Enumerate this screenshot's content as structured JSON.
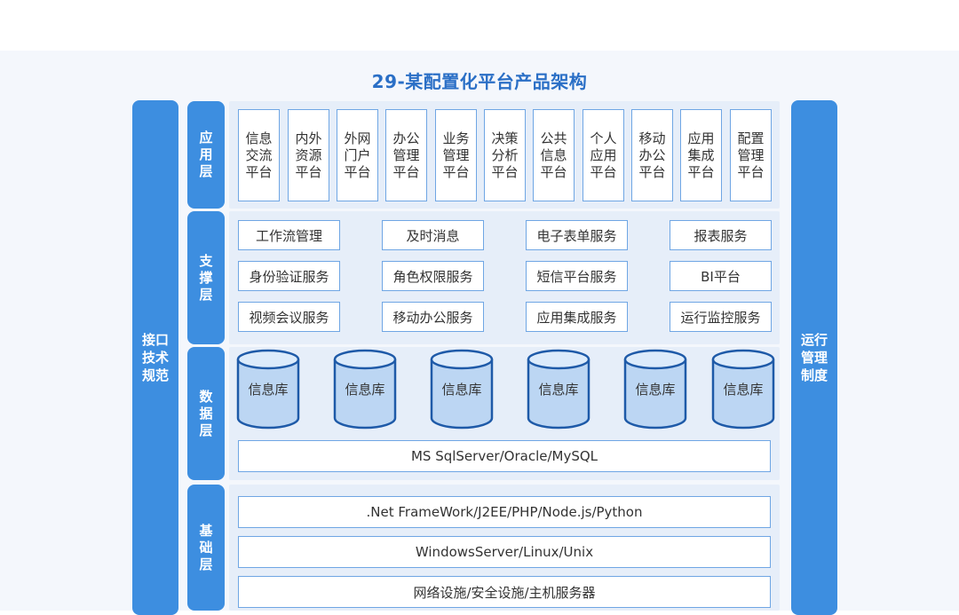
{
  "title": "29-某配置化平台产品架构",
  "left_bar": "接口技术规范",
  "right_bar": "运行管理制度",
  "layers": {
    "app": "应用层",
    "support": "支撑层",
    "data": "数据层",
    "base": "基础层"
  },
  "app_items": [
    "信息交流平台",
    "内外资源平台",
    "外网门户平台",
    "办公管理平台",
    "业务管理平台",
    "决策分析平台",
    "公共信息平台",
    "个人应用平台",
    "移动办公平台",
    "应用集成平台",
    "配置管理平台"
  ],
  "support_items": [
    [
      "工作流管理",
      "及时消息",
      "电子表单服务",
      "报表服务"
    ],
    [
      "身份验证服务",
      "角色权限服务",
      "短信平台服务",
      "BI平台"
    ],
    [
      "视频会议服务",
      "移动办公服务",
      "应用集成服务",
      "运行监控服务"
    ]
  ],
  "databases": [
    "信息库",
    "信息库",
    "信息库",
    "信息库",
    "信息库",
    "信息库"
  ],
  "db_engine": "MS SqlServer/Oracle/MySQL",
  "base_items": [
    ".Net FrameWork/J2EE/PHP/Node.js/Python",
    "WindowsServer/Linux/Unix",
    "网络设施/安全设施/主机服务器"
  ],
  "colors": {
    "accent": "#3d8ee0",
    "panel": "#e6eef9",
    "border": "#6fa6e4",
    "title": "#2a6fc6"
  }
}
